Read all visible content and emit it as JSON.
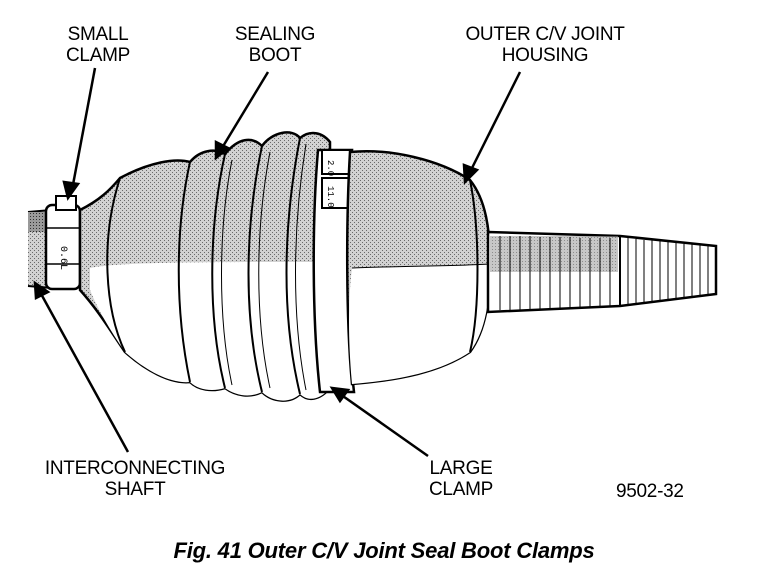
{
  "labels": {
    "small_clamp": [
      "SMALL",
      "CLAMP"
    ],
    "sealing_boot": [
      "SEALING",
      "BOOT"
    ],
    "outer_housing": [
      "OUTER C/V JOINT",
      "HOUSING"
    ],
    "interconnecting_shaft": [
      "INTERCONNECTING",
      "SHAFT"
    ],
    "large_clamp": [
      "LARGE",
      "CLAMP"
    ]
  },
  "figure_code": "9502-32",
  "caption": "Fig. 41 Outer C/V Joint Seal Boot Clamps"
}
